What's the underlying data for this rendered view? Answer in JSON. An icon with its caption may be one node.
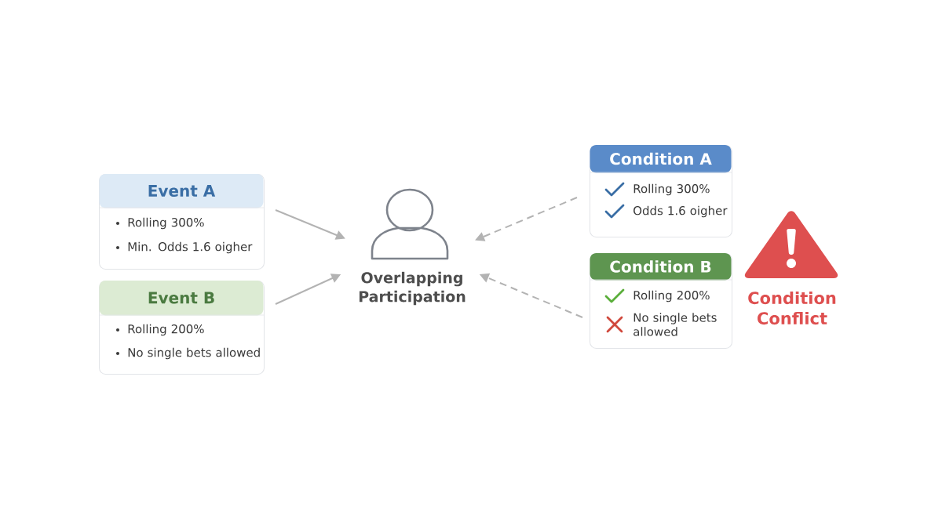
{
  "diagram": {
    "nodes": [
      {
        "text": [
          "Event A",
          "Rolling 300%",
          "Min. Odds 1.6 oigher"
        ]
      },
      {
        "text": [
          "Event B",
          "Rolling 200%",
          "No single bets allowed"
        ]
      },
      {
        "text": [
          "Overlapping Participation"
        ]
      },
      {
        "text": [
          "Condition A",
          "Rolling 300%",
          "Odds 1.6 oigher"
        ]
      },
      {
        "text": [
          "Condition B",
          "Rolling 200%",
          "No single bets allowed"
        ]
      },
      {
        "text": [
          "Condition Conflict"
        ]
      }
    ],
    "edges": [
      {
        "from": 0,
        "to": 2,
        "arrow": "to"
      },
      {
        "from": 1,
        "to": 2,
        "arrow": "to"
      },
      {
        "from": 3,
        "to": 2,
        "arrow": "to",
        "style": "dashed"
      },
      {
        "from": 4,
        "to": 2,
        "arrow": "to",
        "style": "dashed"
      }
    ]
  }
}
